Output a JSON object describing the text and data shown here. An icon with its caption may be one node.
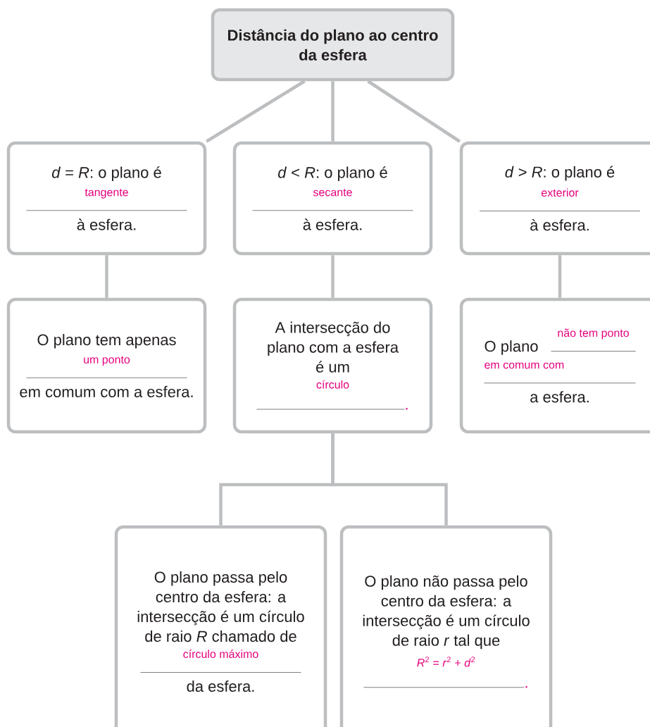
{
  "diagram": {
    "nodes": [
      {
        "text": [
          "Distância do plano ao centro da esfera"
        ]
      },
      {
        "text": [
          "*d* = *R*: o plano é",
          "tangente",
          "à esfera."
        ]
      },
      {
        "text": [
          "*d* < *R*: o plano é",
          "secante",
          "à esfera."
        ]
      },
      {
        "text": [
          "*d* > *R*: o plano é",
          "exterior",
          "à esfera."
        ]
      },
      {
        "text": [
          "O plano tem apenas",
          "um ponto",
          "em comum com a esfera."
        ]
      },
      {
        "text": [
          "A intersecção do plano com a esfera é um",
          "círculo",
          "."
        ]
      },
      {
        "text": [
          "O plano",
          "não tem ponto",
          "em comum com",
          "a esfera."
        ]
      },
      {
        "text": [
          "O plano passa pelo centro da esfera: a intersecção é um círculo de raio *R* chamado de",
          "círculo máximo",
          "da esfera."
        ]
      },
      {
        "text": [
          "O plano não passa pelo centro da esfera: a intersecção é um círculo de raio *r* tal que",
          "*R*$^{2}$ = *r*$^{2}$ + *d*$^{2}$",
          "."
        ]
      }
    ],
    "edges": [
      {
        "from": 0,
        "to": 1,
        "arrow": "none"
      },
      {
        "from": 0,
        "to": 2,
        "arrow": "none"
      },
      {
        "from": 0,
        "to": 3,
        "arrow": "none"
      },
      {
        "from": 1,
        "to": 4,
        "arrow": "none"
      },
      {
        "from": 2,
        "to": 5,
        "arrow": "none"
      },
      {
        "from": 3,
        "to": 6,
        "arrow": "none"
      },
      {
        "from": 5,
        "to": 7,
        "arrow": "none"
      },
      {
        "from": 5,
        "to": 8,
        "arrow": "none"
      }
    ]
  }
}
